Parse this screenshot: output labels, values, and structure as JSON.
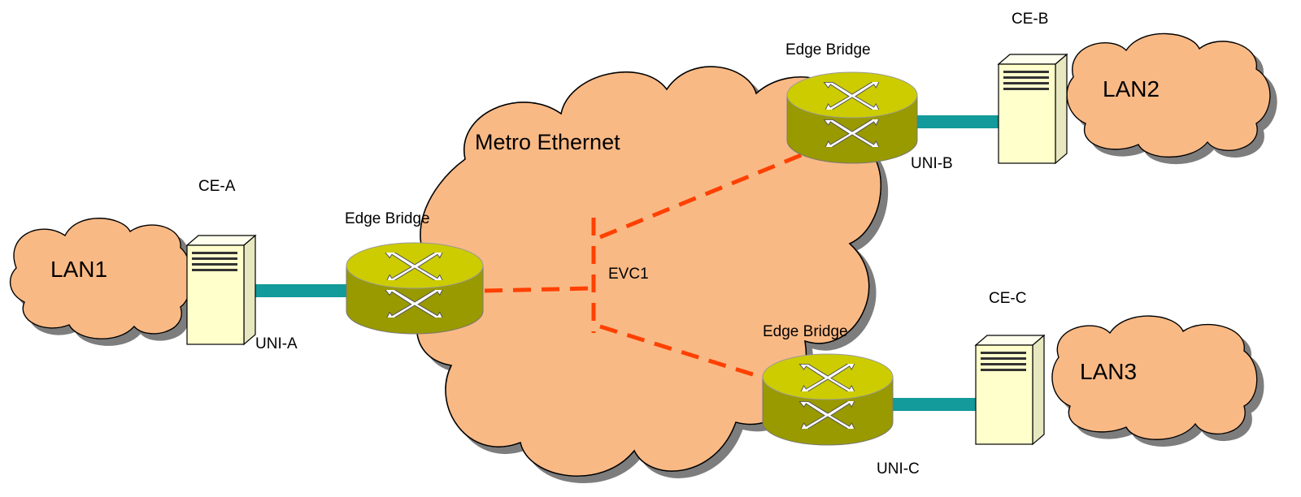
{
  "diagram": {
    "metro_label": "Metro Ethernet",
    "evc_label": "EVC1",
    "colors": {
      "cloud_fill": "#f9b985",
      "cloud_stroke": "#000000",
      "link": "#139a9a",
      "evc": "#ff4000",
      "bridge_top": "#cccc00",
      "bridge_side": "#999900",
      "server_fill": "#ffffcc"
    },
    "sites": {
      "a": {
        "lan": "LAN1",
        "ce": "CE-A",
        "uni": "UNI-A",
        "bridge": "Edge Bridge"
      },
      "b": {
        "lan": "LAN2",
        "ce": "CE-B",
        "uni": "UNI-B",
        "bridge": "Edge Bridge"
      },
      "c": {
        "lan": "LAN3",
        "ce": "CE-C",
        "uni": "UNI-C",
        "bridge": "Edge Bridge"
      }
    }
  }
}
